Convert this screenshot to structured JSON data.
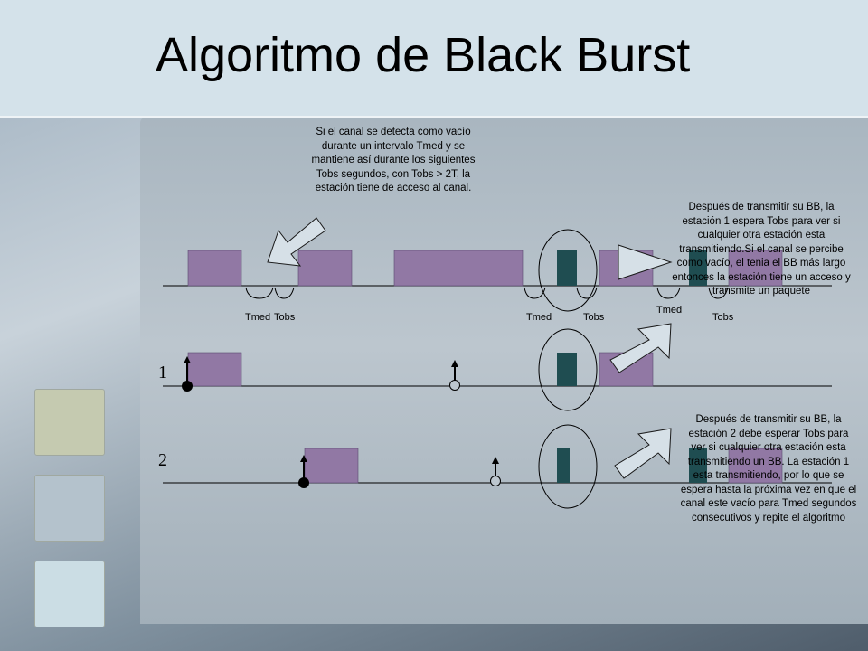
{
  "slide": {
    "title": "Algoritmo de Black Burst"
  },
  "labels": {
    "tmed_1": "Tmed",
    "tobs_1": "Tobs",
    "tmed_2": "Tmed",
    "tobs_2": "Tobs",
    "tmed_3": "Tmed",
    "tobs_3": "Tobs",
    "station_1": "1",
    "station_2": "2"
  },
  "notes": {
    "channel_empty": "Si el canal se detecta como vacío durante un intervalo Tmed y se mantiene así durante los siguientes Tobs segundos, con Tobs > 2T, la estación tiene de acceso al canal.",
    "station1_after_bb": "Después de transmitir su BB, la estación 1 espera Tobs para ver si cualquier otra estación esta transmitiendo.Si el canal se percibe como vacío, el tenia el BB más largo entonces la estación tiene un acceso y transmite un paquete",
    "station2_after_bb": "Después de transmitir su BB, la estación 2 debe esperar Tobs para ver si cualquier otra estación esta transmitiendo un BB. La estación 1 esta transmitiendo, por lo que se espera hasta la próxima vez en que el canal este vacío para Tmed segundos consecutivos y repite el algoritmo"
  },
  "colors": {
    "packet": "#9178a4",
    "black_burst": "#1f4d51",
    "title_bg": "#d4e2ea"
  }
}
